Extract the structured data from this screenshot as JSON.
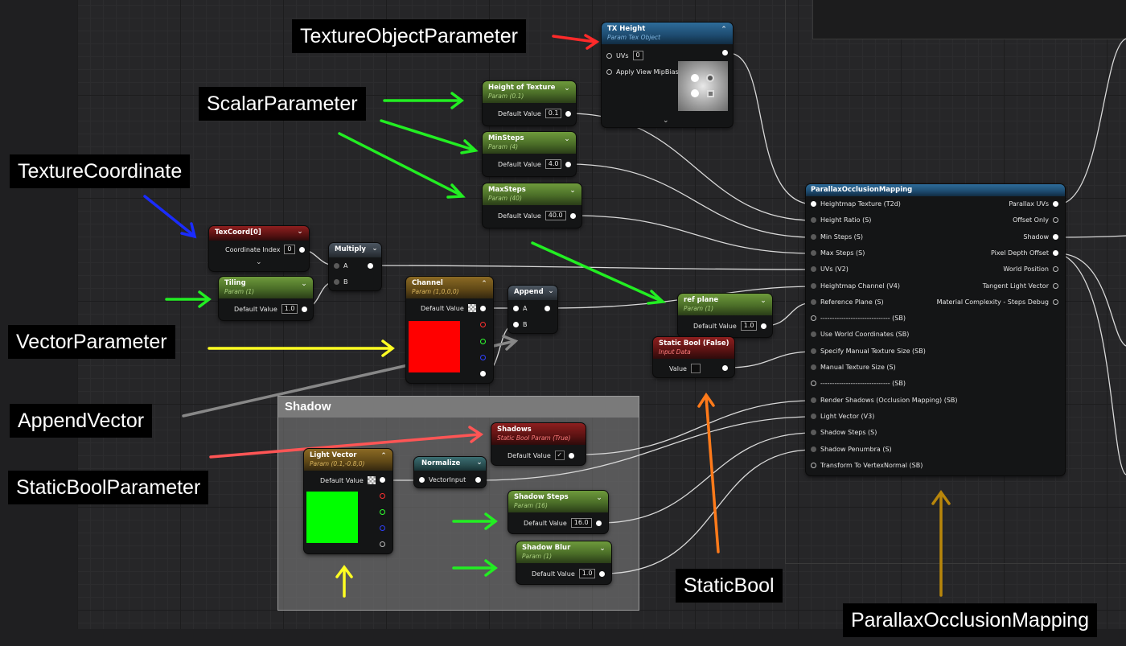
{
  "nodes": {
    "tx_height": {
      "title": "TX Height",
      "subtitle": "Param Tex Object",
      "uvs_label": "UVs",
      "uvs_value": "0",
      "mip_label": "Apply View MipBias"
    },
    "height_of_texture": {
      "title": "Height of Texture",
      "subtitle": "Param (0.1)",
      "label": "Default Value",
      "value": "0.1"
    },
    "min_steps": {
      "title": "MinSteps",
      "subtitle": "Param (4)",
      "label": "Default Value",
      "value": "4.0"
    },
    "max_steps": {
      "title": "MaxSteps",
      "subtitle": "Param (40)",
      "label": "Default Value",
      "value": "40.0"
    },
    "texcoord": {
      "title": "TexCoord[0]",
      "label": "Coordinate Index",
      "value": "0"
    },
    "multiply": {
      "title": "Multiply",
      "a": "A",
      "b": "B"
    },
    "tiling": {
      "title": "Tiling",
      "subtitle": "Param (1)",
      "label": "Default Value",
      "value": "1.0"
    },
    "channel": {
      "title": "Channel",
      "subtitle": "Param (1,0,0,0)",
      "label": "Default Value",
      "swatch": "#ff0000"
    },
    "append": {
      "title": "Append",
      "a": "A",
      "b": "B"
    },
    "ref_plane": {
      "title": "ref plane",
      "subtitle": "Param (1)",
      "label": "Default Value",
      "value": "1.0"
    },
    "static_bool": {
      "title": "Static Bool (False)",
      "subtitle": "Input Data",
      "label": "Value"
    },
    "shadows": {
      "title": "Shadows",
      "subtitle": "Static Bool Param (True)",
      "label": "Default Value",
      "check": "✓"
    },
    "light_vector": {
      "title": "Light Vector",
      "subtitle": "Param (0.1,-0.8,0)",
      "label": "Default Value",
      "swatch": "#00ff00"
    },
    "normalize": {
      "title": "Normalize",
      "input": "VectorInput"
    },
    "shadow_steps": {
      "title": "Shadow Steps",
      "subtitle": "Param (16)",
      "label": "Default Value",
      "value": "16.0"
    },
    "shadow_blur": {
      "title": "Shadow Blur",
      "subtitle": "Param (1)",
      "label": "Default Value",
      "value": "1.0"
    },
    "pom": {
      "title": "ParallaxOcclusionMapping",
      "inputs": [
        "Heightmap Texture (T2d)",
        "Height Ratio (S)",
        "Min Steps (S)",
        "Max Steps (S)",
        "UVs (V2)",
        "Heightmap Channel (V4)",
        "Reference Plane (S)",
        "------------------------------ (SB)",
        "Use World Coordinates (SB)",
        "Specify Manual Texture Size (SB)",
        "Manual Texture Size (S)",
        "------------------------------ (SB)",
        "Render Shadows (Occlusion Mapping) (SB)",
        "Light Vector (V3)",
        "Shadow Steps (S)",
        "Shadow Penumbra (S)",
        "Transform To VertexNormal (SB)"
      ],
      "outputs": [
        "Parallax UVs",
        "Offset Only",
        "Shadow",
        "Pixel Depth Offset",
        "World Position",
        "Tangent Light Vector",
        "Material Complexity - Steps Debug"
      ]
    }
  },
  "comment_box": {
    "title": "Shadow"
  },
  "annotations": {
    "texture_object_parameter": "TextureObjectParameter",
    "scalar_parameter": "ScalarParameter",
    "texture_coordinate": "TextureCoordinate",
    "vector_parameter": "VectorParameter",
    "append_vector": "AppendVector",
    "static_bool_parameter": "StaticBoolParameter",
    "static_bool": "StaticBool",
    "parallax_occlusion_mapping": "ParallaxOcclusionMapping"
  },
  "colors": {
    "green_arrow": "#22ee22",
    "red_arrow": "#ff2a2a",
    "blue_arrow": "#1a2cff",
    "yellow_arrow": "#ffff22",
    "gray_arrow": "#888888",
    "salmon_arrow": "#ff5555",
    "orange_arrow": "#ff7a1a",
    "gold_arrow": "#b8860b"
  }
}
